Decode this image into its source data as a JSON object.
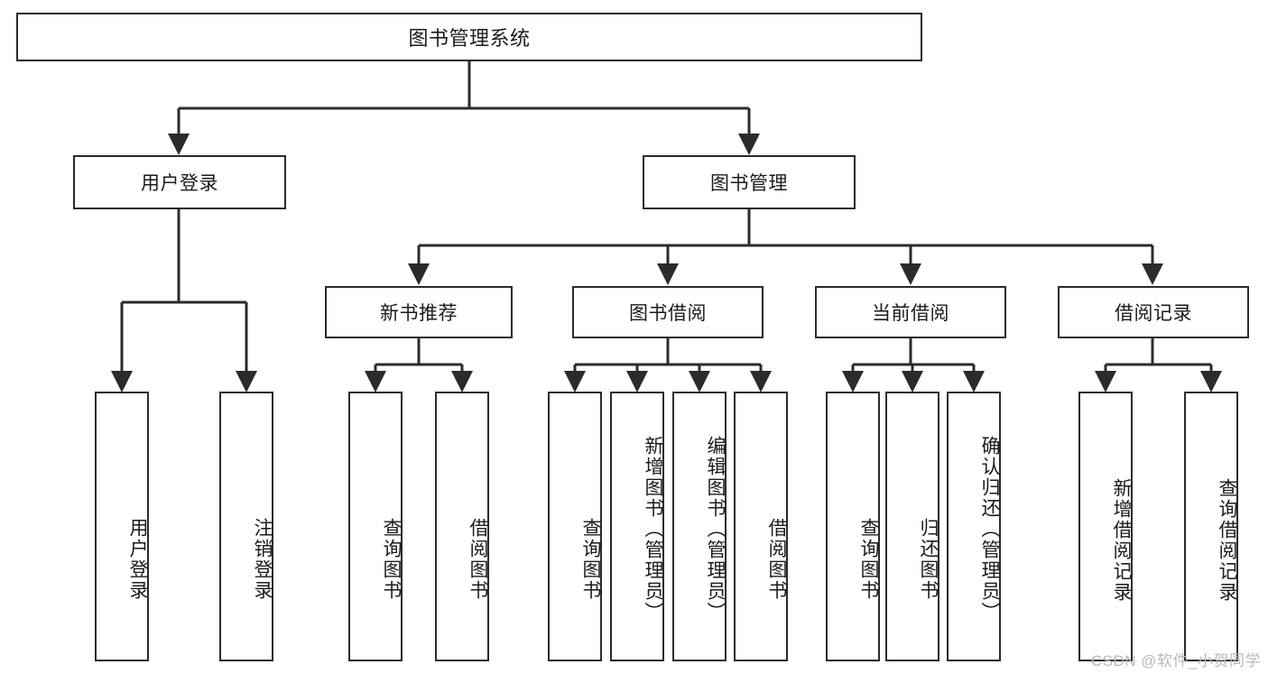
{
  "diagram": {
    "type": "hierarchy-tree",
    "title": "图书管理系统",
    "root": {
      "id": "root",
      "label": "图书管理系统"
    },
    "level1": [
      {
        "id": "user-login",
        "label": "用户登录"
      },
      {
        "id": "book-management",
        "label": "图书管理"
      }
    ],
    "level2": [
      {
        "id": "new-book-recommend",
        "label": "新书推荐",
        "parent": "book-management"
      },
      {
        "id": "book-borrow",
        "label": "图书借阅",
        "parent": "book-management"
      },
      {
        "id": "current-borrow",
        "label": "当前借阅",
        "parent": "book-management"
      },
      {
        "id": "borrow-record",
        "label": "借阅记录",
        "parent": "book-management"
      }
    ],
    "leaves": [
      {
        "id": "leaf-user-login",
        "label": "用户登录",
        "parent": "user-login"
      },
      {
        "id": "leaf-logout-login",
        "label": "注销登录",
        "parent": "user-login"
      },
      {
        "id": "leaf-query-book-1",
        "label": "查询图书",
        "parent": "new-book-recommend"
      },
      {
        "id": "leaf-borrow-book-1",
        "label": "借阅图书",
        "parent": "new-book-recommend"
      },
      {
        "id": "leaf-query-book-2",
        "label": "查询图书",
        "parent": "book-borrow"
      },
      {
        "id": "leaf-add-book",
        "label": "新增图书（管理员）",
        "parent": "book-borrow"
      },
      {
        "id": "leaf-edit-book",
        "label": "编辑图书（管理员）",
        "parent": "book-borrow"
      },
      {
        "id": "leaf-borrow-book-2",
        "label": "借阅图书",
        "parent": "book-borrow"
      },
      {
        "id": "leaf-query-book-3",
        "label": "查询图书",
        "parent": "current-borrow"
      },
      {
        "id": "leaf-return-book",
        "label": "归还图书",
        "parent": "current-borrow"
      },
      {
        "id": "leaf-confirm-return",
        "label": "确认归还（管理员）",
        "parent": "current-borrow"
      },
      {
        "id": "leaf-add-record",
        "label": "新增借阅记录",
        "parent": "borrow-record"
      },
      {
        "id": "leaf-query-record",
        "label": "查询借阅记录",
        "parent": "borrow-record"
      }
    ]
  },
  "watermark": {
    "text": "CSDN @软件_小贺同学"
  },
  "colors": {
    "stroke": "#2b2b2b",
    "background": "#ffffff",
    "text": "#1b1b1b",
    "watermark": "#b9b9b9"
  }
}
